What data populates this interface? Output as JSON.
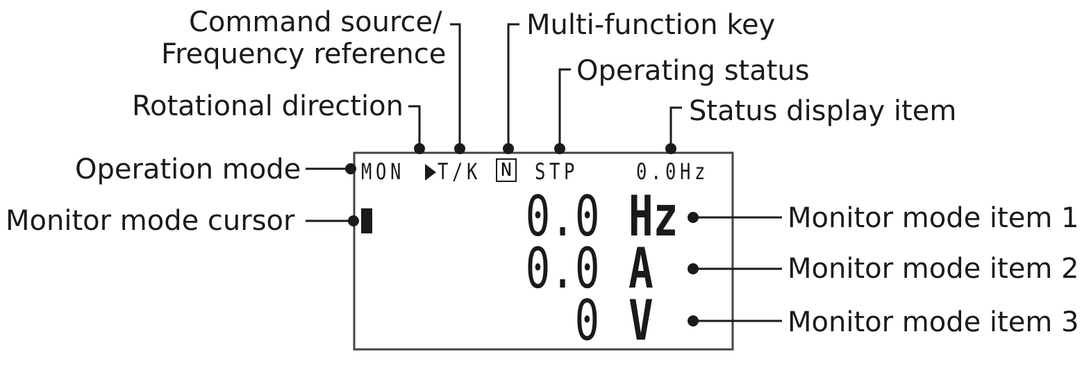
{
  "labels": {
    "command_source_line1": "Command source/",
    "command_source_line2": "Frequency reference",
    "multi_function_key": "Multi-function key",
    "operating_status": "Operating status",
    "rotational_direction": "Rotational direction",
    "status_display_item": "Status display item",
    "operation_mode": "Operation mode",
    "monitor_mode_cursor": "Monitor mode cursor",
    "monitor_item_1": "Monitor mode item 1",
    "monitor_item_2": "Monitor mode item 2",
    "monitor_item_3": "Monitor mode item 3"
  },
  "display": {
    "mode": "MON",
    "command_source": "T/K",
    "multi_function_key": "N",
    "status": "STP",
    "status_value": "0.0Hz",
    "item1_value": "0.0",
    "item1_unit": "Hz",
    "item2_value": "0.0",
    "item2_unit": "A",
    "item3_value": "0",
    "item3_unit": "V"
  },
  "colors": {
    "ink": "#1a1a1a",
    "frame": "#444444",
    "background": "#ffffff"
  }
}
